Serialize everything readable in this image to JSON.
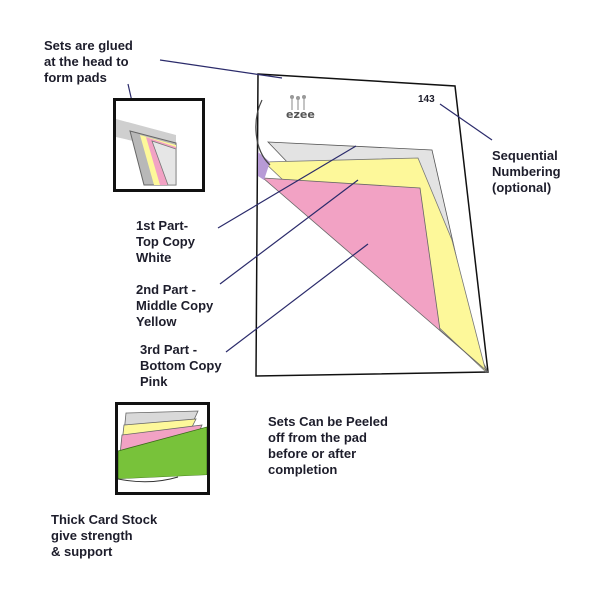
{
  "labels": {
    "glued": "Sets are glued\nat the head to\nform pads",
    "numbering": "Sequential\nNumbering\n(optional)",
    "number_value": "143",
    "part1": "1st Part-\nTop Copy\nWhite",
    "part2": "2nd Part -\nMiddle Copy\nYellow",
    "part3": "3rd Part -\nBottom Copy\nPink",
    "peeled": "Sets Can be Peeled\noff from the pad\nbefore or after\ncompletion",
    "cardstock": "Thick Card Stock\ngive strength\n& support"
  },
  "logo": {
    "text": "ezee",
    "icon": "ezee-logo"
  },
  "colors": {
    "white_copy": "#e6e6e6",
    "yellow_copy": "#fdf89a",
    "pink_copy": "#f2a2c4",
    "card_stock": "#78c23a",
    "leader_line": "#2b2b6b"
  }
}
